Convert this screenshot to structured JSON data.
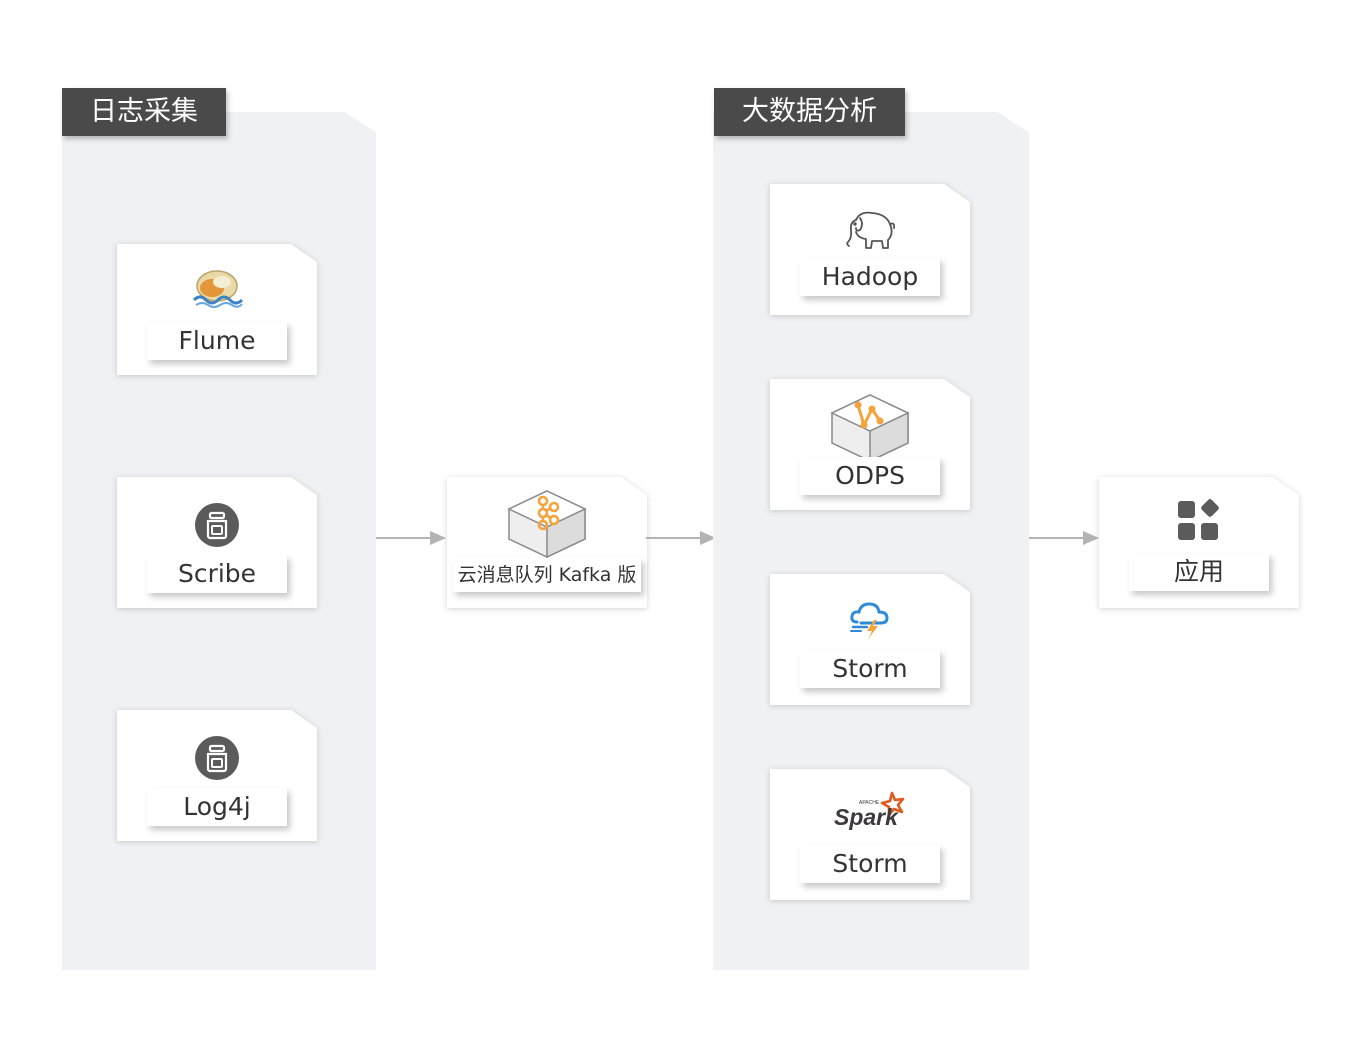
{
  "collection": {
    "title": "日志采集",
    "items": [
      {
        "label": "Flume",
        "icon": "flume-logo-icon"
      },
      {
        "label": "Scribe",
        "icon": "scribe-icon"
      },
      {
        "label": "Log4j",
        "icon": "log4j-icon"
      }
    ]
  },
  "queue": {
    "label": "云消息队列 Kafka 版",
    "icon": "kafka-cube-icon"
  },
  "analysis": {
    "title": "大数据分析",
    "items": [
      {
        "label": "Hadoop",
        "icon": "hadoop-elephant-icon"
      },
      {
        "label": "ODPS",
        "icon": "odps-cube-icon"
      },
      {
        "label": "Storm",
        "icon": "storm-cloud-icon"
      },
      {
        "label": "Storm",
        "icon": "spark-logo-icon",
        "logo_text": "Spark",
        "logo_subtext": "APACHE"
      }
    ]
  },
  "application": {
    "label": "应用",
    "icon": "apps-grid-icon"
  },
  "colors": {
    "panel": "#eff1f4",
    "title_bg": "#4a4a4a",
    "accent_orange": "#f7a33b",
    "icon_gray": "#5b5b5b",
    "arrow": "#b3b3b3",
    "storm_blue": "#2f8bd8"
  }
}
